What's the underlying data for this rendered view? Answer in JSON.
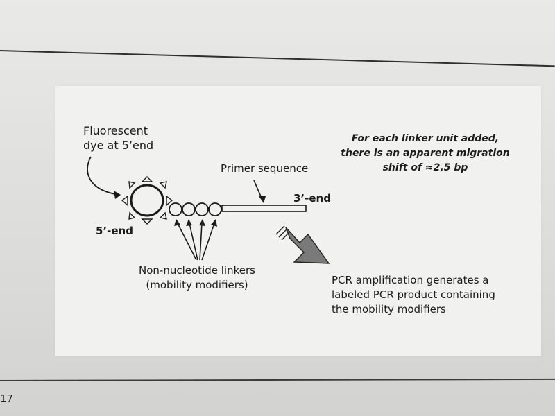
{
  "labels": {
    "fluorescent_dye": "Fluorescent\ndye at 5’end",
    "primer_sequence": "Primer sequence",
    "three_prime_end": "3’-end",
    "five_prime_end": "5’-end",
    "linkers": "Non-nucleotide linkers\n(mobility modifiers)",
    "pcr_note": "PCR amplification generates a\nlabeled PCR product containing\nthe mobility modifiers",
    "shift_note": "For each linker unit added,\nthere is an apparent migration\nshift of ≈2.5 bp"
  },
  "page_number": "17",
  "colors": {
    "ink": "#1b1b1b",
    "arrow_fill": "#7a7a7a",
    "slide_bg": "#f1f1ef"
  },
  "icons": [
    "fluorescent-dye-sun-icon",
    "linker-bead-icon",
    "block-arrow-icon"
  ]
}
